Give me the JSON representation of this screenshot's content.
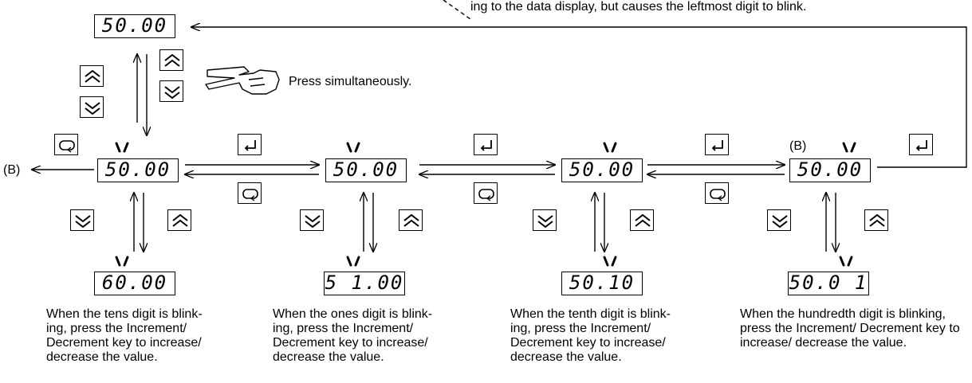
{
  "note": {
    "text": "ing to the data display, but causes the leftmost digit to blink."
  },
  "press_label": "Press simultaneously.",
  "b_label": "(B)",
  "displays": {
    "top": "50.00",
    "tens": "50.00",
    "ones": "50.00",
    "tenth": "50.00",
    "hundredth": "50.00",
    "tens_result": "60.00",
    "ones_result": "5 1.00",
    "tenth_result": "50.10",
    "hundredth_result": "50.0 1"
  },
  "captions": {
    "tens": "When the tens digit is blink-ing, press the Increment/ Decrement key to increase/ decrease the value.",
    "ones": "When the ones digit is blink-ing, press the Increment/ Decrement key to increase/ decrease the value.",
    "tenth": "When the tenth digit is blink-ing, press the Increment/ Decrement key to increase/ decrease the value.",
    "hundredth": "When the hundredth digit is blinking, press the Increment/ Decrement key to increase/ decrease the value."
  },
  "icons": {
    "increment": "double-up-chevron-icon",
    "decrement": "double-down-chevron-icon",
    "enter": "enter-return-icon",
    "mode": "mode-cycle-icon",
    "hand": "two-finger-hand-icon",
    "blink": "blink-marks-icon"
  }
}
